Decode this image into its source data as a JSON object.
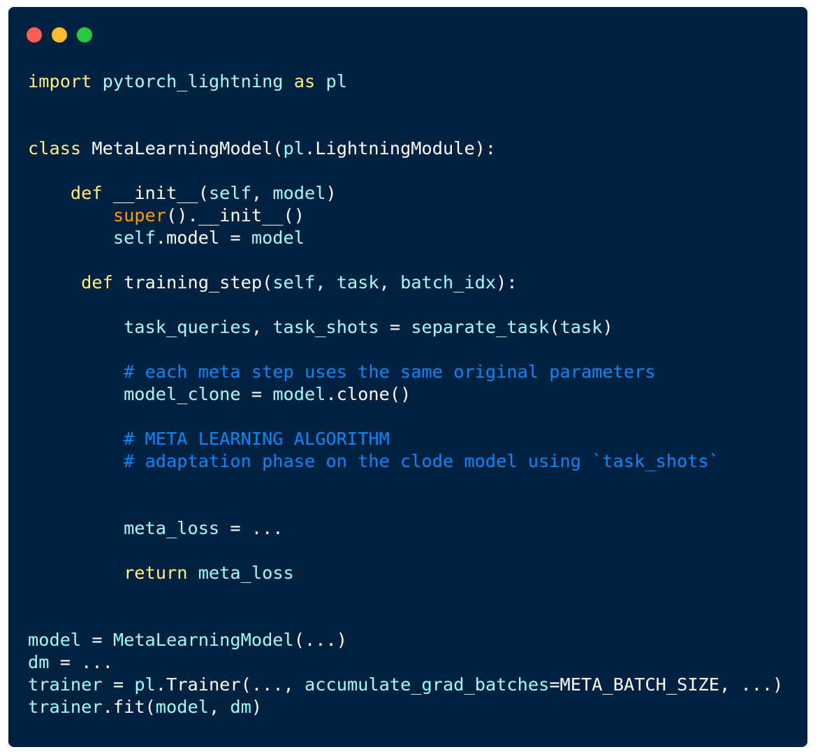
{
  "window": {
    "buttons": [
      {
        "name": "close",
        "color": "#ff5f57"
      },
      {
        "name": "minimize",
        "color": "#febc2e"
      },
      {
        "name": "zoom",
        "color": "#28c840"
      }
    ]
  },
  "colors": {
    "background": "#002240",
    "keyword": "#ffee80",
    "name": "#9effff",
    "plain": "#ffffff",
    "builtin": "#ff9d00",
    "comment": "#0088ff"
  },
  "code": {
    "lines": [
      [
        {
          "t": "import",
          "c": "keyword"
        },
        {
          "t": " ",
          "c": "plain"
        },
        {
          "t": "pytorch_lightning",
          "c": "name"
        },
        {
          "t": " ",
          "c": "plain"
        },
        {
          "t": "as",
          "c": "keyword"
        },
        {
          "t": " ",
          "c": "plain"
        },
        {
          "t": "pl",
          "c": "name"
        }
      ],
      [],
      [],
      [
        {
          "t": "class",
          "c": "keyword"
        },
        {
          "t": " MetaLearningModel(",
          "c": "plain"
        },
        {
          "t": "pl",
          "c": "name"
        },
        {
          "t": ".LightningModule):",
          "c": "plain"
        }
      ],
      [],
      [
        {
          "t": "    ",
          "c": "plain"
        },
        {
          "t": "def",
          "c": "keyword"
        },
        {
          "t": " __init__(",
          "c": "plain"
        },
        {
          "t": "self",
          "c": "name"
        },
        {
          "t": ", ",
          "c": "plain"
        },
        {
          "t": "model",
          "c": "name"
        },
        {
          "t": ")",
          "c": "plain"
        }
      ],
      [
        {
          "t": "        ",
          "c": "plain"
        },
        {
          "t": "super",
          "c": "builtin"
        },
        {
          "t": "().__init__()",
          "c": "plain"
        }
      ],
      [
        {
          "t": "        ",
          "c": "plain"
        },
        {
          "t": "self",
          "c": "name"
        },
        {
          "t": ".model = ",
          "c": "plain"
        },
        {
          "t": "model",
          "c": "name"
        }
      ],
      [],
      [
        {
          "t": "     ",
          "c": "plain"
        },
        {
          "t": "def",
          "c": "keyword"
        },
        {
          "t": " training_step(",
          "c": "plain"
        },
        {
          "t": "self",
          "c": "name"
        },
        {
          "t": ", ",
          "c": "plain"
        },
        {
          "t": "task",
          "c": "name"
        },
        {
          "t": ", ",
          "c": "plain"
        },
        {
          "t": "batch_idx",
          "c": "name"
        },
        {
          "t": "):",
          "c": "plain"
        }
      ],
      [],
      [
        {
          "t": "         ",
          "c": "plain"
        },
        {
          "t": "task_queries",
          "c": "name"
        },
        {
          "t": ", ",
          "c": "plain"
        },
        {
          "t": "task_shots",
          "c": "name"
        },
        {
          "t": " = ",
          "c": "plain"
        },
        {
          "t": "separate_task",
          "c": "name"
        },
        {
          "t": "(",
          "c": "plain"
        },
        {
          "t": "task",
          "c": "name"
        },
        {
          "t": ")",
          "c": "plain"
        }
      ],
      [],
      [
        {
          "t": "         ",
          "c": "plain"
        },
        {
          "t": "# each meta step uses the same original parameters",
          "c": "comment"
        }
      ],
      [
        {
          "t": "         ",
          "c": "plain"
        },
        {
          "t": "model_clone",
          "c": "name"
        },
        {
          "t": " = ",
          "c": "plain"
        },
        {
          "t": "model",
          "c": "name"
        },
        {
          "t": ".clone()",
          "c": "plain"
        }
      ],
      [],
      [
        {
          "t": "         ",
          "c": "plain"
        },
        {
          "t": "# META LEARNING ALGORITHM",
          "c": "comment"
        }
      ],
      [
        {
          "t": "         ",
          "c": "plain"
        },
        {
          "t": "# adaptation phase on the clode model using `task_shots`",
          "c": "comment"
        }
      ],
      [],
      [],
      [
        {
          "t": "         ",
          "c": "plain"
        },
        {
          "t": "meta_loss",
          "c": "name"
        },
        {
          "t": " = ...",
          "c": "plain"
        }
      ],
      [],
      [
        {
          "t": "         ",
          "c": "plain"
        },
        {
          "t": "return",
          "c": "keyword"
        },
        {
          "t": " ",
          "c": "plain"
        },
        {
          "t": "meta_loss",
          "c": "name"
        }
      ],
      [],
      [],
      [
        {
          "t": "model",
          "c": "name"
        },
        {
          "t": " = ",
          "c": "plain"
        },
        {
          "t": "MetaLearningModel",
          "c": "name"
        },
        {
          "t": "(...)",
          "c": "plain"
        }
      ],
      [
        {
          "t": "dm",
          "c": "name"
        },
        {
          "t": " = ...",
          "c": "plain"
        }
      ],
      [
        {
          "t": "trainer",
          "c": "name"
        },
        {
          "t": " = ",
          "c": "plain"
        },
        {
          "t": "pl",
          "c": "name"
        },
        {
          "t": ".Trainer(..., ",
          "c": "plain"
        },
        {
          "t": "accumulate_grad_batches",
          "c": "name"
        },
        {
          "t": "=META_BATCH_SIZE, ...)",
          "c": "plain"
        }
      ],
      [
        {
          "t": "trainer",
          "c": "name"
        },
        {
          "t": ".fit(",
          "c": "plain"
        },
        {
          "t": "model",
          "c": "name"
        },
        {
          "t": ", ",
          "c": "plain"
        },
        {
          "t": "dm",
          "c": "name"
        },
        {
          "t": ")",
          "c": "plain"
        }
      ]
    ]
  }
}
